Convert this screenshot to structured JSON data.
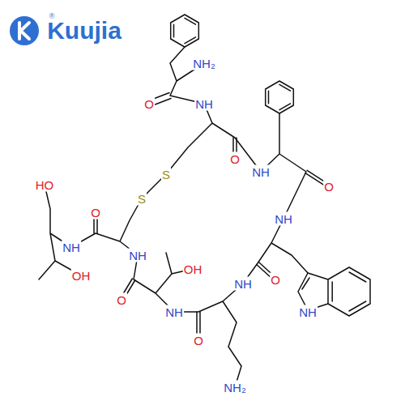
{
  "diagram": {
    "labels": [
      "®",
      "Kuujia",
      "NH₂",
      "O",
      "NH",
      "O",
      "NH",
      "O",
      "HO",
      "S",
      "S",
      "O",
      "NH",
      "NH",
      "NH",
      "OH",
      "OH",
      "O",
      "NH",
      "O",
      "NH",
      "NH",
      "O",
      "NH₂"
    ]
  }
}
